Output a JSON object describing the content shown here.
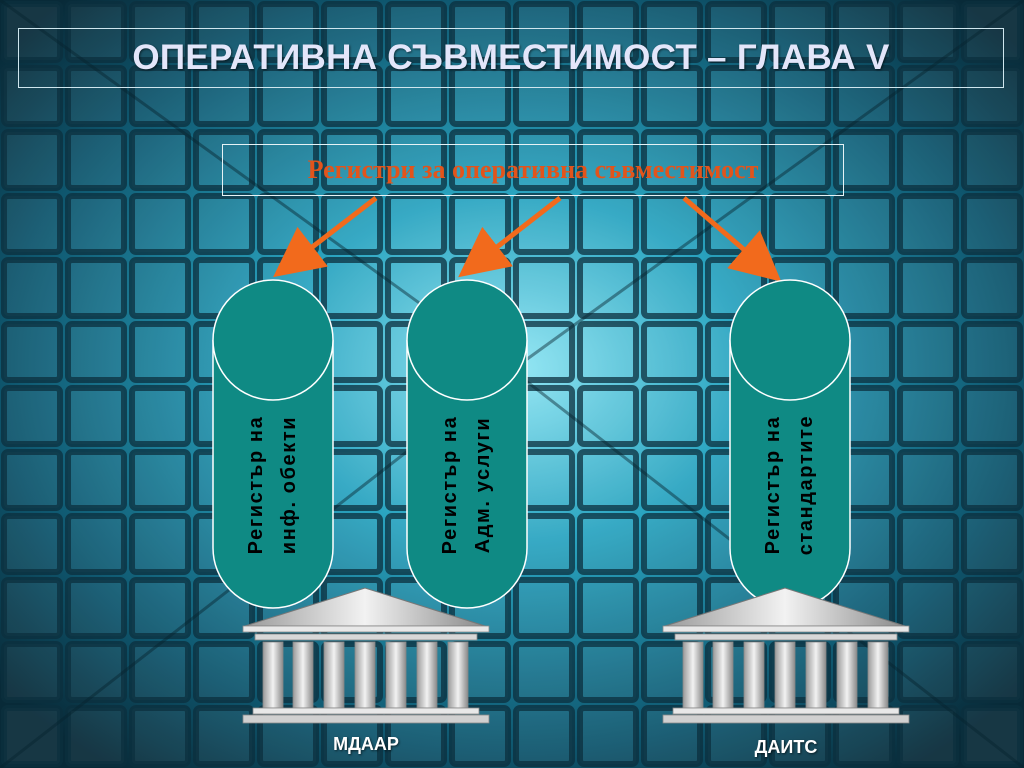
{
  "slide": {
    "title": "ОПЕРАТИВНА СЪВМЕСТИМОСТ – ГЛАВА V",
    "subtitle": "Регистри за оперативна съвместимост"
  },
  "registers": [
    {
      "line1": "Регистър на",
      "line2": "инф. обекти"
    },
    {
      "line1": "Регистър на",
      "line2": "Адм. услуги"
    },
    {
      "line1": "Регистър на",
      "line2": "стандартите"
    }
  ],
  "institutions": [
    {
      "label": "МДААР",
      "icon": "classical-building-icon"
    },
    {
      "label": "ДАИТС",
      "icon": "classical-building-icon"
    }
  ],
  "colors": {
    "cylinder_fill": "#0f8a84",
    "cylinder_stroke": "#ffffff",
    "arrow": "#f26a1c",
    "subtitle_text": "#e2541b",
    "title_text": "#e3e6fa",
    "background": "#0d3a4a"
  }
}
